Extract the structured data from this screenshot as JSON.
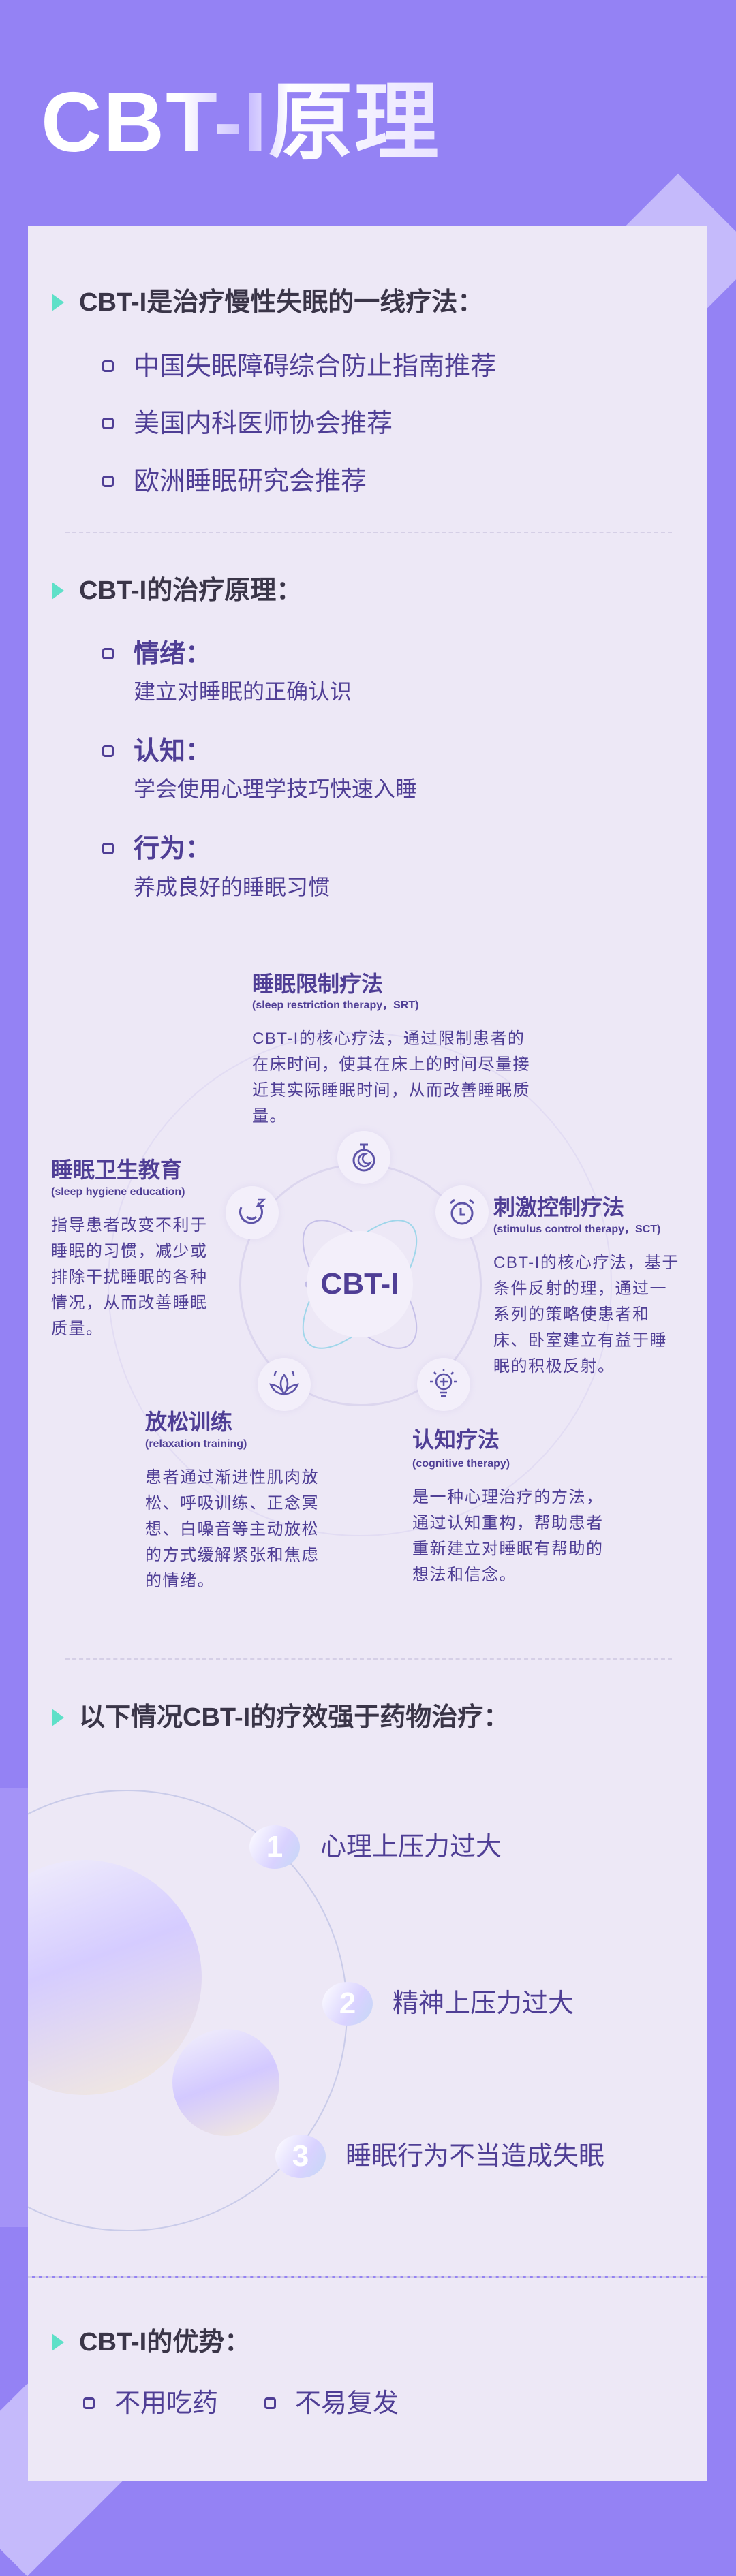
{
  "title": "CBT-I原理",
  "section1": {
    "heading": "CBT-I是治疗慢性失眠的一线疗法：",
    "items": [
      "中国失眠障碍综合防止指南推荐",
      "美国内科医师协会推荐",
      "欧洲睡眠研究会推荐"
    ]
  },
  "section2": {
    "heading": "CBT-I的治疗原理：",
    "items": [
      {
        "label": "情绪：",
        "desc": "建立对睡眠的正确认识"
      },
      {
        "label": "认知：",
        "desc": "学会使用心理学技巧快速入睡"
      },
      {
        "label": "行为：",
        "desc": "养成良好的睡眠习惯"
      }
    ]
  },
  "diagram": {
    "center": "CBT-I",
    "methods": [
      {
        "title": "睡眠限制疗法",
        "subtitle": "(sleep restriction therapy，SRT)",
        "desc": "CBT-I的核心疗法，通过限制患者的在床时间，使其在床上的时间尽量接近其实际睡眠时间，从而改善睡眠质量。",
        "icon": "moon-timer-icon"
      },
      {
        "title": "睡眠卫生教育",
        "subtitle": "(sleep hygiene education)",
        "desc": "指导患者改变不利于睡眠的习惯，减少或排除干扰睡眠的各种情况，从而改善睡眠质量。",
        "icon": "sleep-z-icon"
      },
      {
        "title": "刺激控制疗法",
        "subtitle": "(stimulus control therapy，SCT)",
        "desc": "CBT-I的核心疗法，基于条件反射的理，通过一系列的策略使患者和床、卧室建立有益于睡眠的积极反射。",
        "icon": "alarm-clock-icon"
      },
      {
        "title": "放松训练",
        "subtitle": "(relaxation training)",
        "desc": "患者通过渐进性肌肉放松、呼吸训练、正念冥想、白噪音等主动放松的方式缓解紧张和焦虑的情绪。",
        "icon": "lotus-icon"
      },
      {
        "title": "认知疗法",
        "subtitle": "(cognitive therapy)",
        "desc": "是一种心理治疗的方法，通过认知重构，帮助患者重新建立对睡眠有帮助的想法和信念。",
        "icon": "lightbulb-icon"
      }
    ]
  },
  "section3": {
    "heading": "以下情况CBT-I的疗效强于药物治疗：",
    "items": [
      {
        "num": "1",
        "text": "心理上压力过大"
      },
      {
        "num": "2",
        "text": "精神上压力过大"
      },
      {
        "num": "3",
        "text": "睡眠行为不当造成失眠"
      }
    ]
  },
  "section4": {
    "heading": "CBT-I的优势：",
    "items": [
      "不用吃药",
      "不易复发"
    ]
  },
  "colors": {
    "background": "#9482f4",
    "card": "#ede8f6",
    "accent": "#5ee0c8",
    "text": "#4f3e95",
    "heading": "#3a3548"
  }
}
